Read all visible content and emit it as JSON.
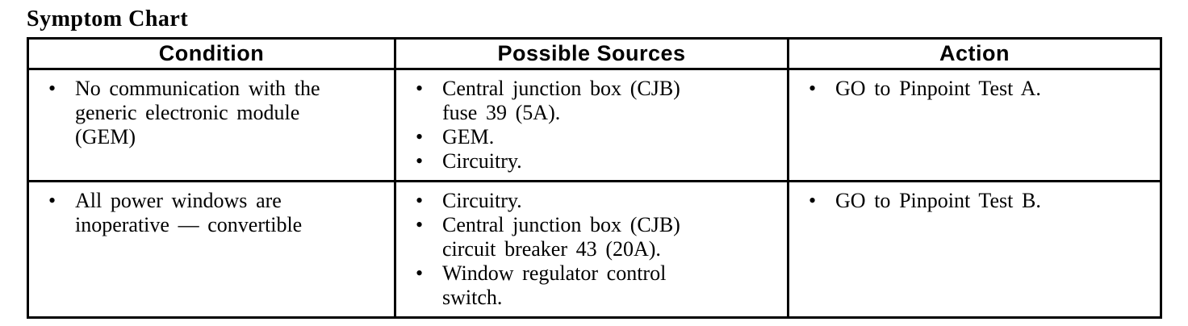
{
  "title": "Symptom Chart",
  "colors": {
    "text": "#000000",
    "border": "#000000",
    "background": "#ffffff"
  },
  "table": {
    "bullet_glyph": "•",
    "headers": [
      "Condition",
      "Possible Sources",
      "Action"
    ],
    "rows": [
      {
        "condition": [
          "No communication with the generic electronic module (GEM)"
        ],
        "sources": [
          "Central junction box (CJB) fuse 39 (5A).",
          "GEM.",
          "Circuitry."
        ],
        "action": [
          "GO to Pinpoint Test A."
        ]
      },
      {
        "condition": [
          "All power windows are inoperative — convertible"
        ],
        "sources": [
          "Circuitry.",
          "Central junction box (CJB) circuit breaker 43 (20A).",
          "Window regulator control switch."
        ],
        "action": [
          "GO to Pinpoint Test B."
        ]
      }
    ]
  }
}
